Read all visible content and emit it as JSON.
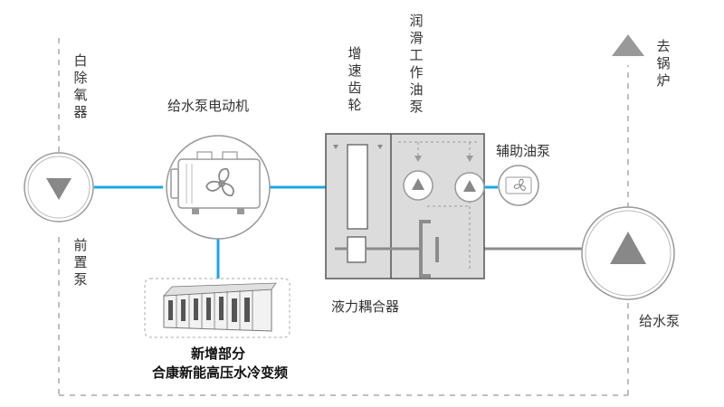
{
  "labels": {
    "deaerator": "白除氧器",
    "booster_pump": "前置泵",
    "feedwater_pump_motor": "给水泵电动机",
    "speed_gear": "增速齿轮",
    "lube_oil_pump": "润滑工作油泵",
    "aux_oil_pump": "辅助油泵",
    "to_boiler": "去锅炉",
    "fluid_coupling": "液力耦合器",
    "feedwater_pump": "给水泵",
    "new_part_title": "新增部分",
    "new_part_subtitle": "合康新能高压水冷变频"
  },
  "icons": {
    "booster_pump": "pump-triangle-down-icon",
    "motor": "motor-fan-icon",
    "aux_oil_pump": "motor-fan-icon",
    "lube_pumps": "pump-triangle-up-icon",
    "feedwater_pump": "pump-triangle-up-icon",
    "to_boiler_arrow": "arrow-up-icon",
    "vfd_cabinet": "vfd-cabinet-icon"
  },
  "colors": {
    "pipe_blue": "#1aa7e8",
    "shaft_gray": "#8c8c8c",
    "equipment_gray": "#999999",
    "coupling_fill": "#dcdcdc",
    "dashed_line": "#aaaaaa",
    "text": "#333333"
  }
}
